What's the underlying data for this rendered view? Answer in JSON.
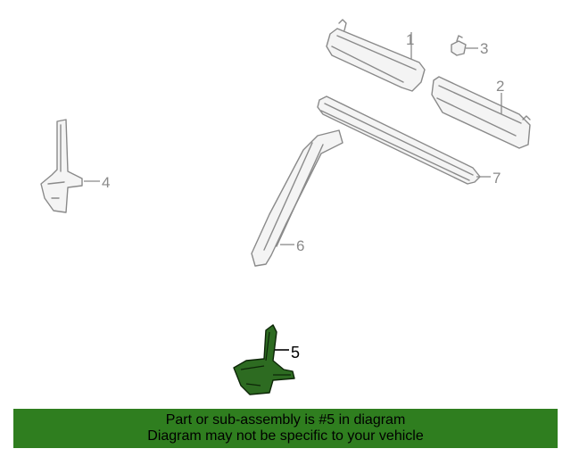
{
  "callouts": [
    {
      "id": "1",
      "label": "1"
    },
    {
      "id": "2",
      "label": "2"
    },
    {
      "id": "3",
      "label": "3"
    },
    {
      "id": "4",
      "label": "4"
    },
    {
      "id": "5",
      "label": "5"
    },
    {
      "id": "6",
      "label": "6"
    },
    {
      "id": "7",
      "label": "7"
    }
  ],
  "highlighted_part": "5",
  "banner": {
    "line1": "Part or sub-assembly is #5 in diagram",
    "line2": "Diagram may not be specific to your vehicle"
  },
  "colors": {
    "highlight": "#2f7e1f",
    "part_fill": "#2d6b21",
    "outline": "#8a8a8a"
  }
}
